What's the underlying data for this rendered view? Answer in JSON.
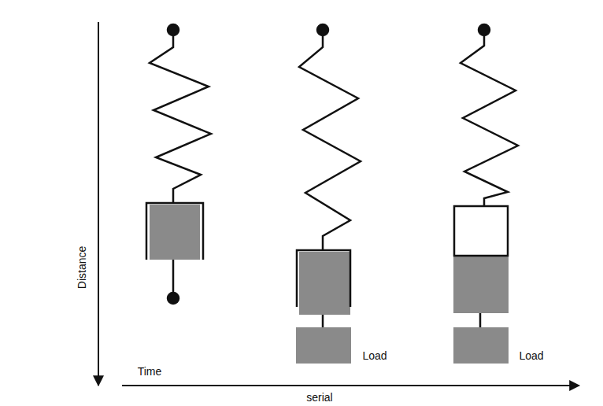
{
  "diagram": {
    "labels": [
      "Distance",
      "Time",
      "serial",
      "Load",
      "Load"
    ]
  }
}
